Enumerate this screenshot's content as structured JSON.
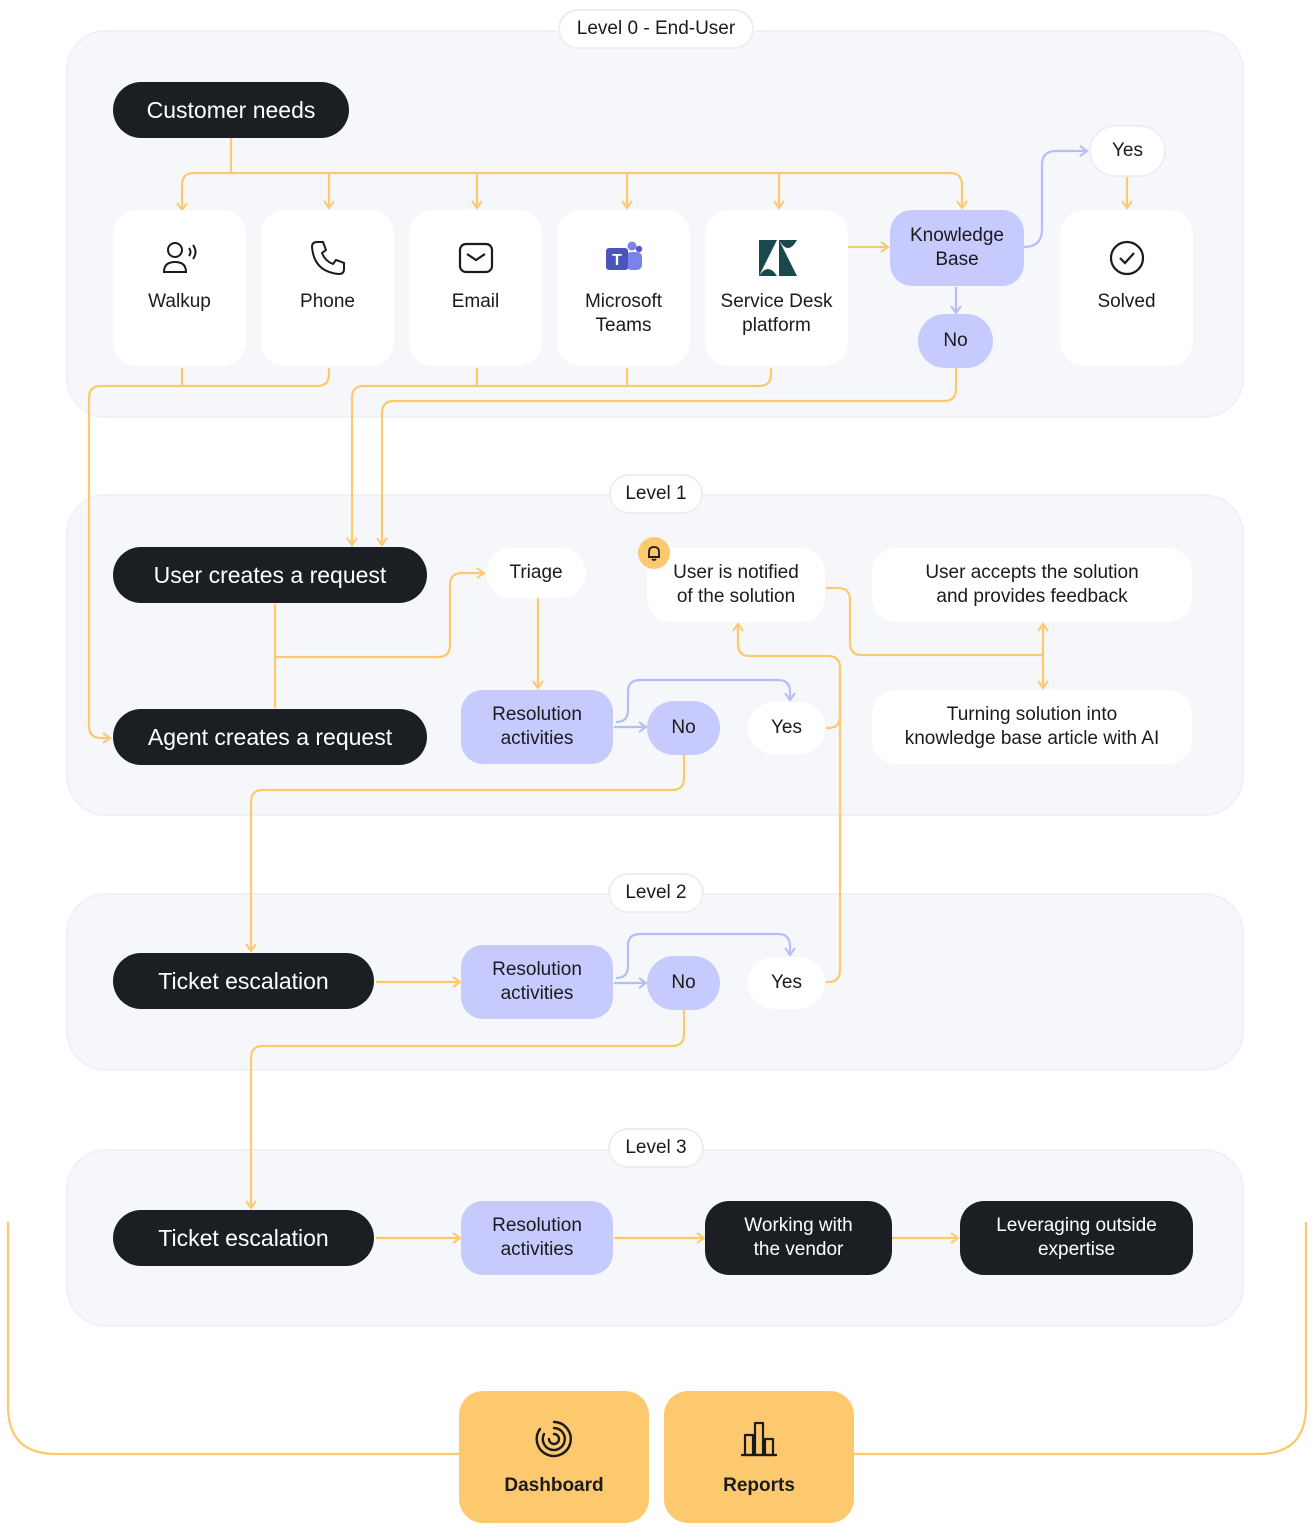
{
  "levels": {
    "l0": "Level 0 - End-User",
    "l1": "Level 1",
    "l2": "Level 2",
    "l3": "Level 3"
  },
  "level0": {
    "customer_needs": "Customer needs",
    "channels": {
      "walkup": "Walkup",
      "phone": "Phone",
      "email": "Email",
      "teams_line1": "Microsoft",
      "teams_line2": "Teams",
      "sd_line1": "Service Desk",
      "sd_line2": "platform"
    },
    "kb_line1": "Knowledge",
    "kb_line2": "Base",
    "yes": "Yes",
    "no": "No",
    "solved": "Solved"
  },
  "level1": {
    "user_request": "User creates a request",
    "agent_request": "Agent creates a request",
    "triage": "Triage",
    "res_line1": "Resolution",
    "res_line2": "activities",
    "no": "No",
    "yes": "Yes",
    "notified_line1": "User is notified",
    "notified_line2": "of the solution",
    "accepts_line1": "User accepts the solution",
    "accepts_line2": "and provides feedback",
    "kb_line1": "Turning solution into",
    "kb_line2": "knowledge base article with AI"
  },
  "level2": {
    "escalation": "Ticket escalation",
    "res_line1": "Resolution",
    "res_line2": "activities",
    "no": "No",
    "yes": "Yes"
  },
  "level3": {
    "escalation": "Ticket escalation",
    "res_line1": "Resolution",
    "res_line2": "activities",
    "vendor_line1": "Working with",
    "vendor_line2": "the vendor",
    "outside_line1": "Leveraging outside",
    "outside_line2": "expertise"
  },
  "bottom": {
    "dashboard": "Dashboard",
    "reports": "Reports"
  },
  "colors": {
    "connector": "#fdc96f",
    "connector_lavender": "#b7bdf7",
    "dark_node": "#1b1f24",
    "lavender_node": "#c6cafc",
    "panel": "#f5f7fa",
    "accent_yellow": "#fdc96f"
  },
  "icons": {
    "walkup": "person-speaking-icon",
    "phone": "phone-icon",
    "email": "envelope-icon",
    "teams": "microsoft-teams-icon",
    "service_desk": "zendesk-logo-icon",
    "solved": "check-circle-icon",
    "notified": "bell-icon",
    "dashboard": "gauge-icon",
    "reports": "bar-chart-icon"
  }
}
